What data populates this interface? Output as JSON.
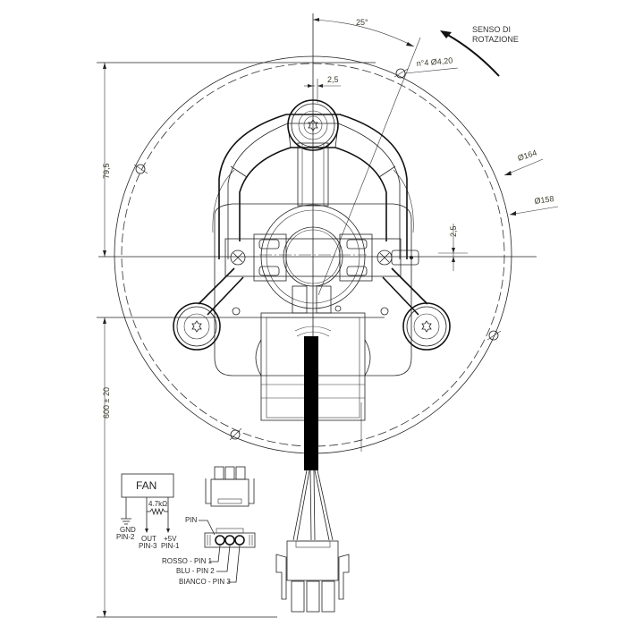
{
  "drawing": {
    "rotation_label": [
      "SENSO DI",
      "ROTAZIONE"
    ],
    "dimensions": {
      "angle": "25°",
      "holes": "n°4 Ø4,20",
      "offset_top": "2,5",
      "offset_right": "2,5",
      "outer_diameter": "Ø164",
      "bolt_circle_diameter": "Ø158",
      "height_upper": "79,5",
      "cable_length": "600 ± 20"
    }
  },
  "wiring": {
    "fan_label": "FAN",
    "resistor_label": "4.7kΩ",
    "gnd_label": [
      "GND",
      "PIN-2"
    ],
    "out_label": [
      "OUT",
      "PIN-3"
    ],
    "vcc_label": [
      "+5V",
      "PIN-1"
    ],
    "pin_label": "PIN",
    "pins": [
      {
        "label": "ROSSO - PIN 1"
      },
      {
        "label": "BLU - PIN 2"
      },
      {
        "label": "BIANCO - PIN 3"
      }
    ]
  }
}
